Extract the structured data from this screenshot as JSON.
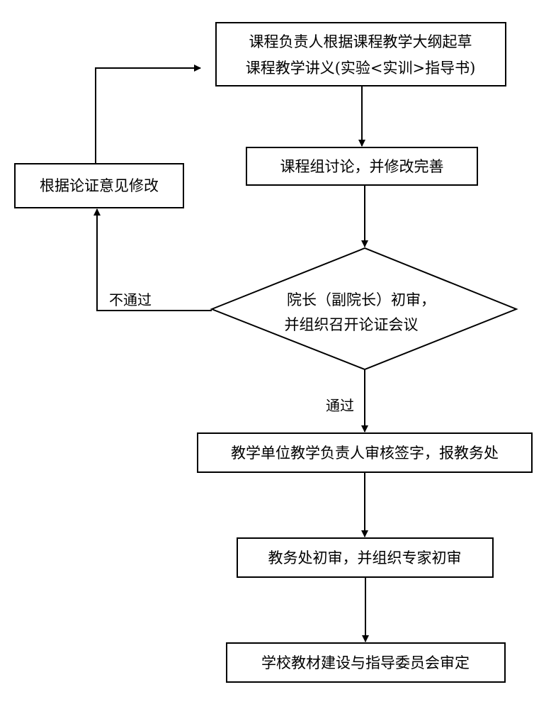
{
  "diagram": {
    "nodes": {
      "draft": {
        "line1": "课程负责人根据课程教学大纲起草",
        "line2": "课程教学讲义(实验<实训>指导书)"
      },
      "discuss": {
        "label": "课程组讨论，并修改完善"
      },
      "revise": {
        "label": "根据论证意见修改"
      },
      "dean_review": {
        "line1": "院长（副院长）初审，",
        "line2": "并组织召开论证会议"
      },
      "unit_sign": {
        "label": "教学单位教学负责人审核签字，报教务处"
      },
      "office_review": {
        "label": "教务处初审，并组织专家初审"
      },
      "committee": {
        "label": "学校教材建设与指导委员会审定"
      }
    },
    "edges": {
      "fail_label": "不通过",
      "pass_label": "通过"
    }
  }
}
